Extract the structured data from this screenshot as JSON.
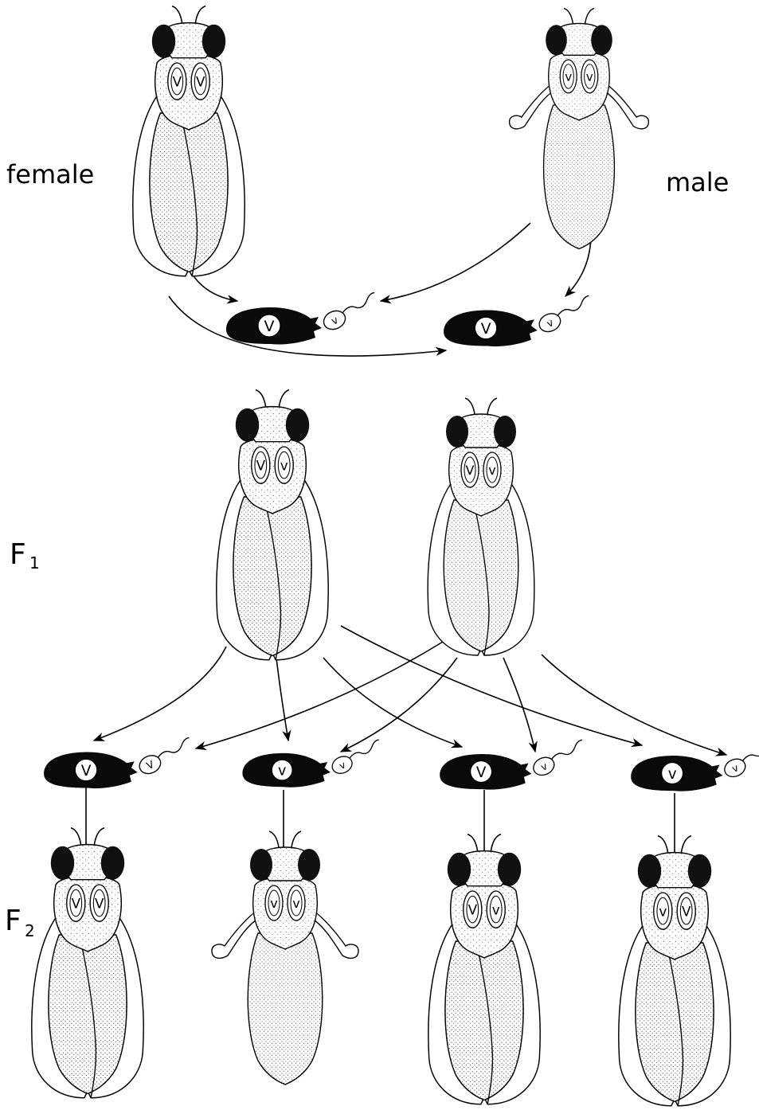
{
  "labels": {
    "female": "female",
    "male": "male",
    "f1_main": "F",
    "f1_sub": "1",
    "f2_main": "F",
    "f2_sub": "2"
  },
  "cell_letter": "v",
  "egg_letters": [
    "V",
    "V",
    "V",
    "v",
    "V",
    "v"
  ],
  "sperm_letters": [
    "v",
    "v",
    "V",
    "v",
    "v",
    "v"
  ],
  "fly_wing_letters": {
    "female_parent": [
      "V",
      "V"
    ],
    "male_parent": [
      "v",
      "v"
    ],
    "f1_left": [
      "V",
      "v"
    ],
    "f1_right": [
      "V",
      "v"
    ],
    "f2_1": [
      "V",
      "V"
    ],
    "f2_2": [
      "v",
      "v"
    ],
    "f2_3": [
      "V",
      "v"
    ],
    "f2_4": [
      "v",
      "V"
    ]
  }
}
